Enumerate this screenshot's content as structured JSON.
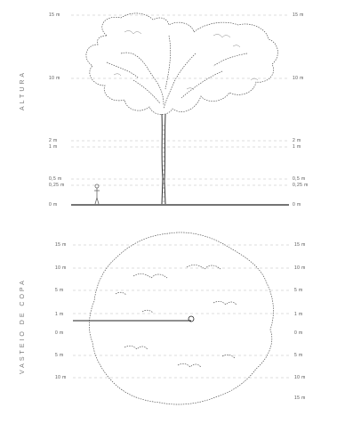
{
  "elevation": {
    "title": "ALTURA",
    "labels_left": [
      "15 m",
      "10 m",
      "2 m",
      "1 m",
      "0,5 m",
      "0,25 m",
      "0 m"
    ],
    "labels_right": [
      "15 m",
      "10 m",
      "2 m",
      "1 m",
      "0,5 m",
      "0,25 m",
      "0 m"
    ]
  },
  "plan": {
    "title": "VASTEIO DE COPA",
    "labels_left": [
      "15 m",
      "10 m",
      "5 m",
      "1 m",
      "0 m",
      "5 m",
      "10 m"
    ],
    "labels_right": [
      "15 m",
      "10 m",
      "5 m",
      "1 m",
      "0 m",
      "5 m",
      "10 m",
      "15 m"
    ]
  }
}
